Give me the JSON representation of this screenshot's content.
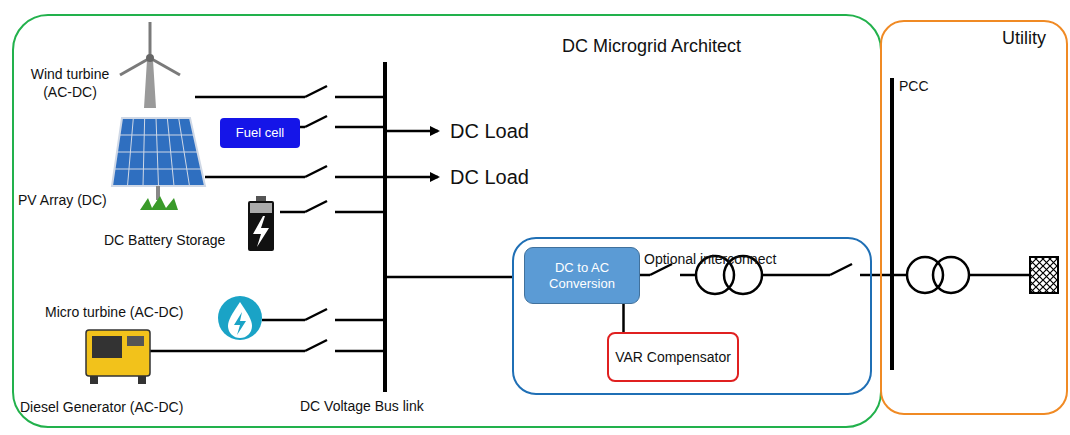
{
  "diagram": {
    "nodes": [
      {
        "text": [
          "DC Microgrid Architect"
        ]
      },
      {
        "text": [
          "Fuel cell"
        ],
        "in": 0
      },
      {
        "text": [
          "Optional interconnect"
        ]
      },
      {
        "text": [
          "DC to AC Conversion"
        ],
        "in": 2
      },
      {
        "text": [
          "VAR Compensator"
        ],
        "in": 2
      },
      {
        "text": [
          "Utility"
        ]
      }
    ],
    "edges": [
      {
        "from": 3,
        "to": 4,
        "arrow": "none"
      }
    ],
    "labels": [
      "Wind turbine (AC-DC)",
      "DC Load",
      "DC Load",
      "PV Array (DC)",
      "DC Battery Storage",
      "Micro turbine (AC-DC)",
      "Diesel Generator (AC-DC)",
      "DC Voltage Bus link",
      "PCC"
    ]
  }
}
